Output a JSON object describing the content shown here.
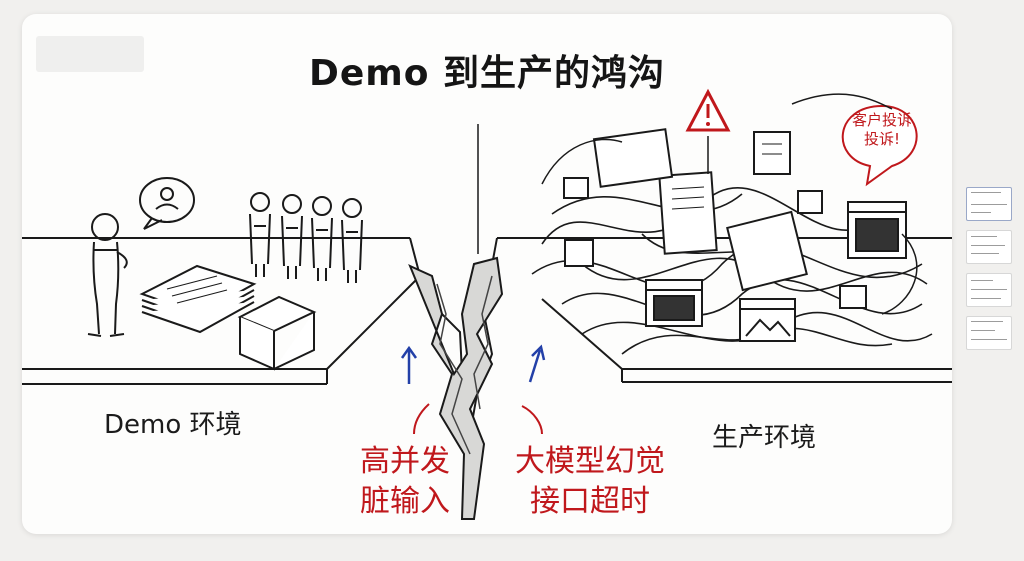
{
  "slide": {
    "title": "Demo 到生产的鸿沟",
    "demo_label": "Demo 环境",
    "prod_label": "生产环境",
    "left_problem_line1": "高并发",
    "left_problem_line2": "脏输入",
    "right_problem_line1": "大模型幻觉",
    "right_problem_line2": "接口超时",
    "complaint_line1": "客户投诉",
    "complaint_line2": "投诉!"
  },
  "colors": {
    "ink": "#151515",
    "accent_red": "#c0181c",
    "arrow_blue": "#2340a8",
    "slide_bg": "#fdfdfc",
    "app_bg": "#f1f0ee"
  },
  "thumbnails": [
    {
      "name": "slide-1",
      "active": true
    },
    {
      "name": "slide-2",
      "active": false
    },
    {
      "name": "slide-3",
      "active": false
    },
    {
      "name": "slide-4",
      "active": false
    }
  ]
}
